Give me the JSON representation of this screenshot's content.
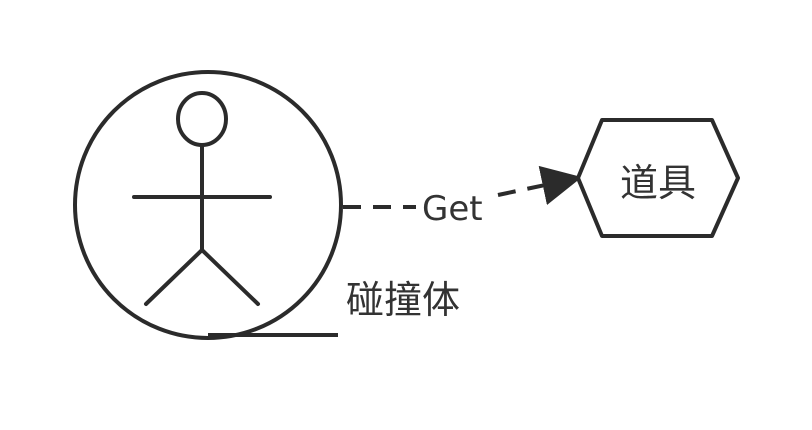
{
  "diagram": {
    "actor": {
      "label": "碰撞体",
      "icon": "actor-stick-figure-icon"
    },
    "item_node": {
      "label": "道具",
      "shape": "hexagon"
    },
    "relationship": {
      "label": "Get",
      "style": "dashed",
      "direction": "actor-to-item"
    },
    "colors": {
      "stroke": "#2b2b2b",
      "text": "#333333",
      "background": "#ffffff"
    }
  }
}
